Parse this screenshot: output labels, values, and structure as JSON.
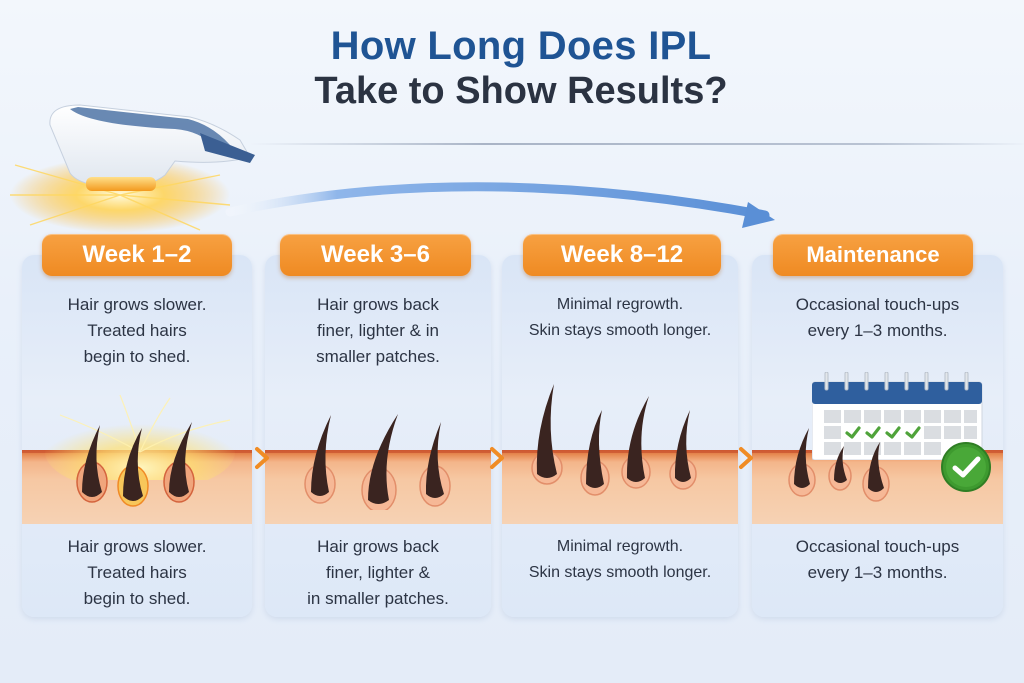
{
  "title": {
    "line1": "How Long Does IPL",
    "line2": "Take to Show Results?"
  },
  "colors": {
    "title_blue": "#1f5494",
    "title_dark": "#2b3342",
    "badge_orange": "#f08c25",
    "text_dark": "#2c3444",
    "skin": "#f4b58a",
    "hair": "#3a2420",
    "check_green": "#3e9a2f",
    "calendar_blue": "#2f5f9e"
  },
  "illustrations": {
    "device": "ipl-handpiece-with-flash",
    "progress_arrow": "curved-arrow-right",
    "stage_separators": "chevron-right-icon"
  },
  "stages": [
    {
      "label": "Week 1–2",
      "top_text": [
        "Hair grows slower.",
        "Treated hairs",
        "begin to shed."
      ],
      "bottom_text": [
        "Hair grows slower.",
        "Treated hairs",
        "begin to shed."
      ],
      "illustration": "three hairs with light flash"
    },
    {
      "label": "Week 3–6",
      "top_text": [
        "Hair grows back",
        "finer, lighter & in",
        "smaller patches."
      ],
      "bottom_text": [
        "Hair grows back",
        "finer, lighter &",
        "in smaller patches."
      ],
      "illustration": "three thinner hairs"
    },
    {
      "label": "Week 8–12",
      "top_text": [
        "Minimal regrowth.",
        "Skin stays smooth longer."
      ],
      "bottom_text": [
        "Minimal regrowth.",
        "Skin stays smooth longer."
      ],
      "illustration": "four sparse hairs"
    },
    {
      "label": "Maintenance",
      "top_text": [
        "Occasional touch-ups",
        "every 1–3 months."
      ],
      "bottom_text": [
        "Occasional touch-ups",
        "every 1–3 months."
      ],
      "illustration": "calendar with four checkmarks and green check badge"
    }
  ]
}
